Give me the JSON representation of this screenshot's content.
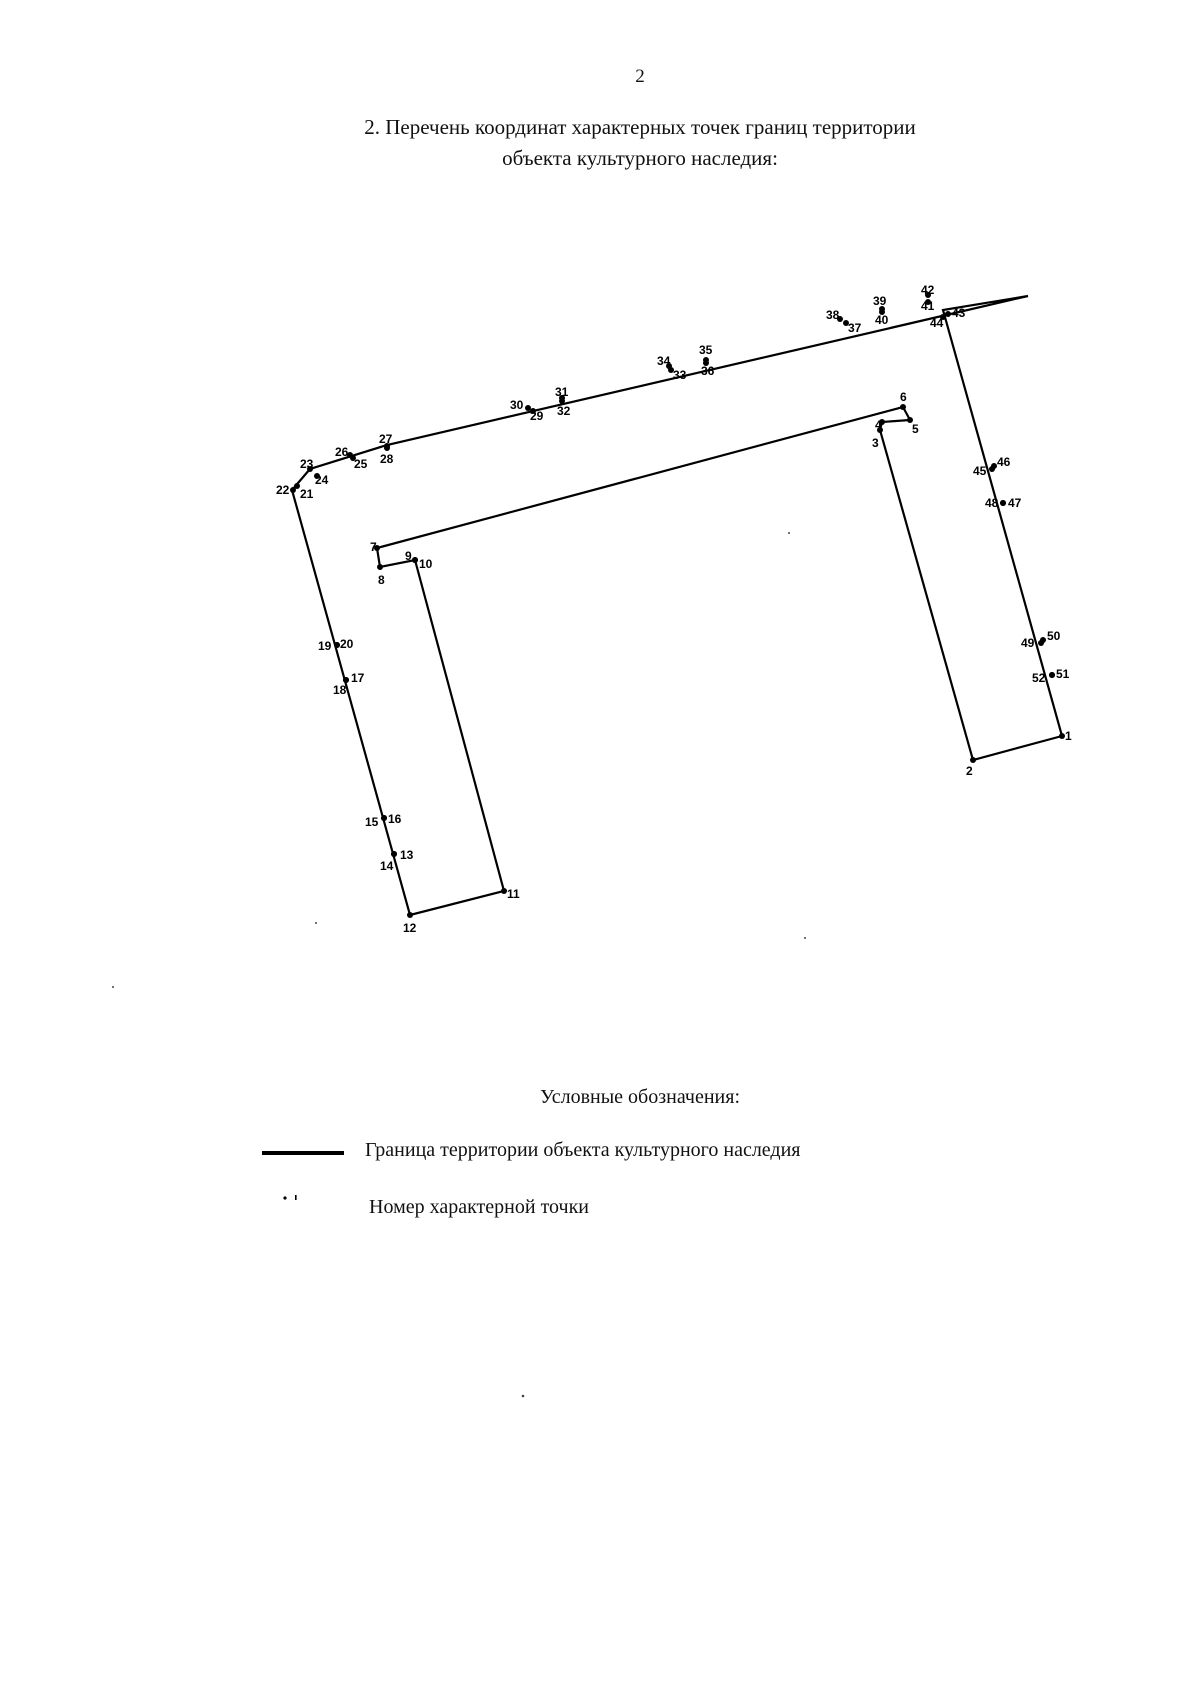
{
  "page_number": "2",
  "heading": {
    "line1": "2. Перечень координат характерных точек границ территории",
    "line2": "объекта культурного наследия:"
  },
  "legend": {
    "title": "Условные обозначения:",
    "boundary_label": "Граница территории объекта культурного наследия",
    "point_label": "Номер характерной точки"
  },
  "diagram": {
    "boundary_color": "#000000",
    "points": [
      {
        "n": "1"
      },
      {
        "n": "2"
      },
      {
        "n": "3"
      },
      {
        "n": "4"
      },
      {
        "n": "5"
      },
      {
        "n": "6"
      },
      {
        "n": "7"
      },
      {
        "n": "8"
      },
      {
        "n": "9"
      },
      {
        "n": "10"
      },
      {
        "n": "11"
      },
      {
        "n": "12"
      },
      {
        "n": "13"
      },
      {
        "n": "14"
      },
      {
        "n": "15"
      },
      {
        "n": "16"
      },
      {
        "n": "17"
      },
      {
        "n": "18"
      },
      {
        "n": "19"
      },
      {
        "n": "20"
      },
      {
        "n": "21"
      },
      {
        "n": "22"
      },
      {
        "n": "23"
      },
      {
        "n": "24"
      },
      {
        "n": "25"
      },
      {
        "n": "26"
      },
      {
        "n": "27"
      },
      {
        "n": "28"
      },
      {
        "n": "29"
      },
      {
        "n": "30"
      },
      {
        "n": "31"
      },
      {
        "n": "32"
      },
      {
        "n": "33"
      },
      {
        "n": "34"
      },
      {
        "n": "35"
      },
      {
        "n": "36"
      },
      {
        "n": "37"
      },
      {
        "n": "38"
      },
      {
        "n": "39"
      },
      {
        "n": "40"
      },
      {
        "n": "41"
      },
      {
        "n": "42"
      },
      {
        "n": "43"
      },
      {
        "n": "44"
      },
      {
        "n": "45"
      },
      {
        "n": "46"
      },
      {
        "n": "47"
      },
      {
        "n": "48"
      },
      {
        "n": "49"
      },
      {
        "n": "50"
      },
      {
        "n": "51"
      },
      {
        "n": "52"
      }
    ]
  }
}
